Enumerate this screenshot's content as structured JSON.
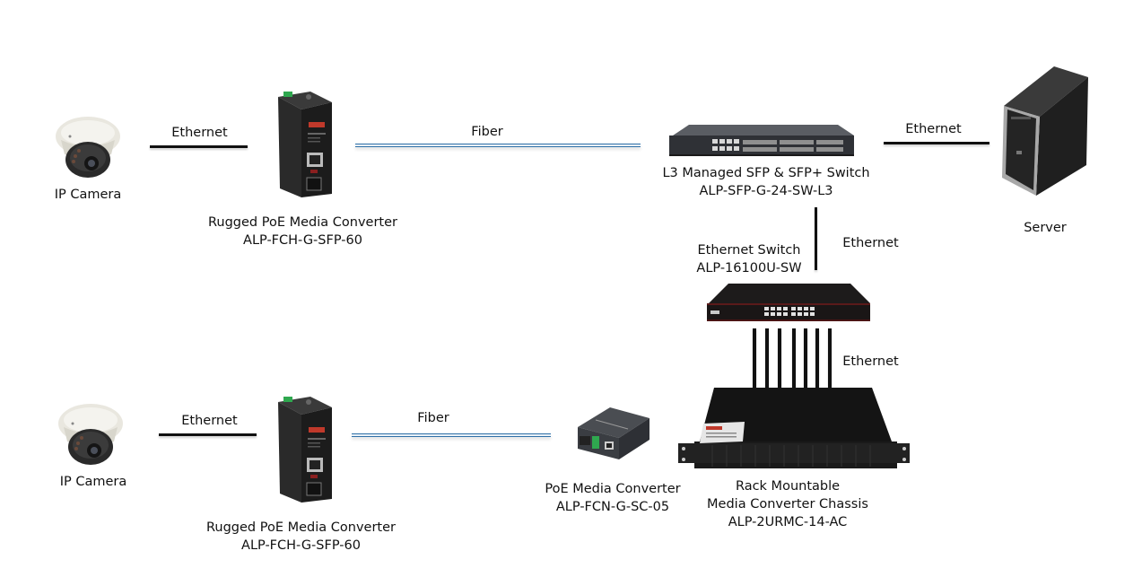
{
  "diagram": {
    "type": "network-topology",
    "nodes": {
      "camera_top": {
        "label": "IP Camera",
        "icon": "dome-camera-icon"
      },
      "converter_top": {
        "label": "Rugged PoE Media Converter",
        "model": "ALP-FCH-G-SFP-60",
        "icon": "rugged-media-converter-icon"
      },
      "l3_switch": {
        "label": "L3 Managed SFP & SFP+ Switch",
        "model": "ALP-SFP-G-24-SW-L3",
        "icon": "rack-switch-icon"
      },
      "server": {
        "label": "Server",
        "icon": "server-tower-icon"
      },
      "eth_switch": {
        "label": "Ethernet Switch",
        "model": "ALP-16100U-SW",
        "icon": "ethernet-switch-icon"
      },
      "chassis": {
        "label": "Rack Mountable",
        "label2": "Media Converter Chassis",
        "model": "ALP-2URMC-14-AC",
        "icon": "rack-chassis-icon"
      },
      "camera_bottom": {
        "label": "IP Camera",
        "icon": "dome-camera-icon"
      },
      "converter_bottom": {
        "label": "Rugged PoE Media Converter",
        "model": "ALP-FCH-G-SFP-60",
        "icon": "rugged-media-converter-icon"
      },
      "poe_converter": {
        "label": "PoE Media Converter",
        "model": "ALP-FCN-G-SC-05",
        "icon": "media-converter-box-icon"
      }
    },
    "links": {
      "cam_top_to_conv_top": {
        "type": "Ethernet",
        "label": "Ethernet"
      },
      "conv_top_to_l3": {
        "type": "Fiber",
        "label": "Fiber"
      },
      "l3_to_server": {
        "type": "Ethernet",
        "label": "Ethernet"
      },
      "l3_to_eth_switch": {
        "type": "Ethernet",
        "label": "Ethernet"
      },
      "eth_switch_to_chassis": {
        "type": "Ethernet",
        "label": "Ethernet",
        "cable_count": 7
      },
      "cam_bottom_to_conv_bottom": {
        "type": "Ethernet",
        "label": "Ethernet"
      },
      "conv_bottom_to_poe": {
        "type": "Fiber",
        "label": "Fiber"
      }
    },
    "colors": {
      "ethernet_line": "#111111",
      "fiber_line": "#2f6fa6",
      "device_body": "#1e1e1e",
      "accent_red": "#c0392b"
    }
  }
}
